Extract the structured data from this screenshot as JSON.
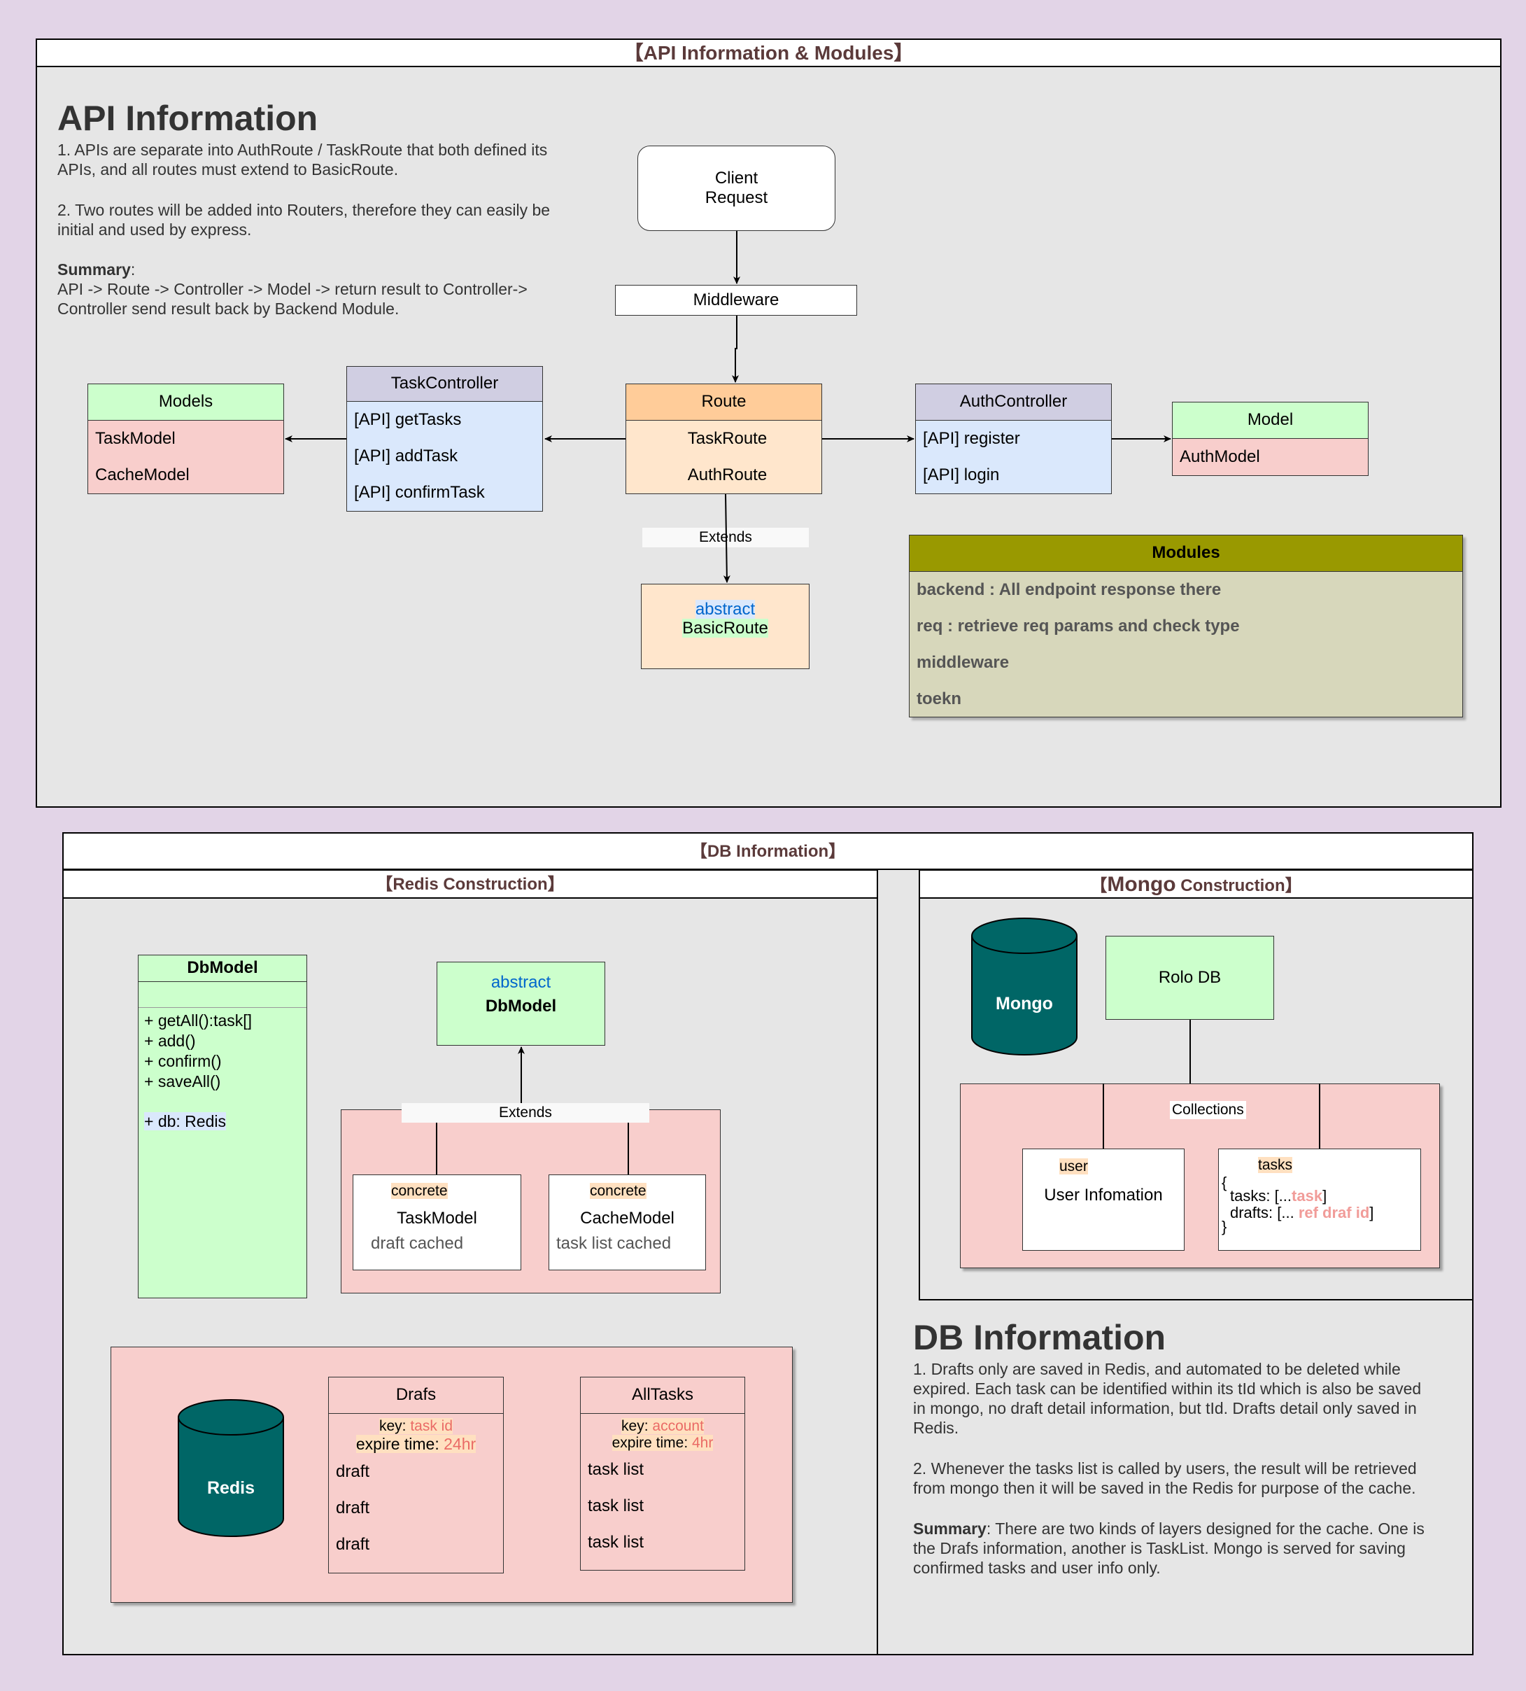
{
  "api_section": {
    "title": "【API Information & Modules】",
    "heading": "API Information",
    "para1": "1. APIs are separate into AuthRoute / TaskRoute that both defined its\nAPIs, and all routes must extend to BasicRoute.",
    "para2": "2. Two routes will be added into Routers, therefore they can easily be\ninitial and used by express.",
    "summary_label": "Summary",
    "summary_text": "API -> Route -> Controller -> Model ->  return result to Controller->\nController send result back by Backend Module.",
    "client_request": "Client\nRequest",
    "middleware": "Middleware",
    "route": {
      "title": "Route",
      "items": [
        "TaskRoute",
        "AuthRoute"
      ]
    },
    "extends_label": "Extends",
    "basic_route": {
      "abstract": "abstract",
      "name": "BasicRoute"
    },
    "task_controller": {
      "title": "TaskController",
      "items": [
        "[API] getTasks",
        "[API] addTask",
        "[API] confirmTask"
      ]
    },
    "models": {
      "title": "Models",
      "items": [
        "TaskModel",
        "CacheModel"
      ]
    },
    "auth_controller": {
      "title": "AuthController",
      "items": [
        "[API] register",
        "[API] login"
      ]
    },
    "model": {
      "title": "Model",
      "items": [
        "AuthModel"
      ]
    },
    "modules": {
      "title": "Modules",
      "items": [
        "backend : All endpoint response there",
        "req : retrieve req params and check type",
        "middleware",
        "toekn"
      ]
    }
  },
  "db_section": {
    "title": "【DB Information】",
    "redis": {
      "title": "【Redis Construction】",
      "dbmodel_class": {
        "title": "DbModel",
        "methods": [
          "+ getAll():task[]",
          "+ add()",
          "+ confirm()",
          "+ saveAll()"
        ],
        "field": "+ db: Redis"
      },
      "abstract_dbmodel": {
        "abstract": "abstract",
        "name": "DbModel"
      },
      "extends_label": "Extends",
      "task_model": {
        "tag": "concrete",
        "name": "TaskModel",
        "desc": "draft cached"
      },
      "cache_model": {
        "tag": "concrete",
        "name": "CacheModel",
        "desc": "task list cached"
      },
      "cylinder": "Redis",
      "drafs": {
        "title": "Drafs",
        "key_label": "key: ",
        "key_value": "task id",
        "expire_label": "expire time: ",
        "expire_value": "24hr",
        "items": [
          "draft",
          "draft",
          "draft"
        ]
      },
      "alltasks": {
        "title": "AllTasks",
        "key_label": "key: ",
        "key_value": "account",
        "expire_label": "expire time: ",
        "expire_value": "4hr",
        "items": [
          "task list",
          "task list",
          "task list"
        ]
      }
    },
    "mongo": {
      "title_prefix": "【",
      "title_mongo": "Mongo",
      "title_suffix": " Construction】",
      "cylinder": "Mongo",
      "db_name": "Rolo DB",
      "collections": "Collections",
      "user": {
        "tag": "user",
        "desc": "User Infomation"
      },
      "tasks": {
        "tag": "tasks",
        "line1": "{",
        "line2_a": "tasks: [...",
        "line2_b": "task",
        "line2_c": "]",
        "line3_a": "drafts: [... ",
        "line3_b": "ref draf id",
        "line3_c": "]",
        "line4": "}"
      }
    },
    "info": {
      "heading": "DB Information",
      "para1": "1. Drafts only are saved in Redis, and automated to be deleted while\nexpired. Each task can be identified within its tId which is also be saved\nin mongo, no draft detail information, but tId. Drafts detail only saved in\nRedis.",
      "para2": "2. Whenever the tasks list is called by users,  the result will be retrieved\nfrom mongo then it will be saved in the Redis for purpose of the cache.",
      "summary_label": "Summary",
      "summary_text": ": There are two kinds of layers designed for the cache. One is\nthe Drafs information, another is TaskList.  Mongo is served for saving\nconfirmed tasks and user info only."
    }
  },
  "colors": {
    "background": "#e2d4e7",
    "panel": "#e6e6e6",
    "green": "#ccffcc",
    "pink": "#f8cecc",
    "blue": "#dae8fc",
    "purple": "#d0cee2",
    "orange": "#ffcc99",
    "light_orange": "#ffe6cc",
    "olive": "#999900",
    "olive_light": "#d7d7bb",
    "teal": "#006666",
    "accent_red": "#ea6b66",
    "accent_blue": "#0066cc"
  }
}
